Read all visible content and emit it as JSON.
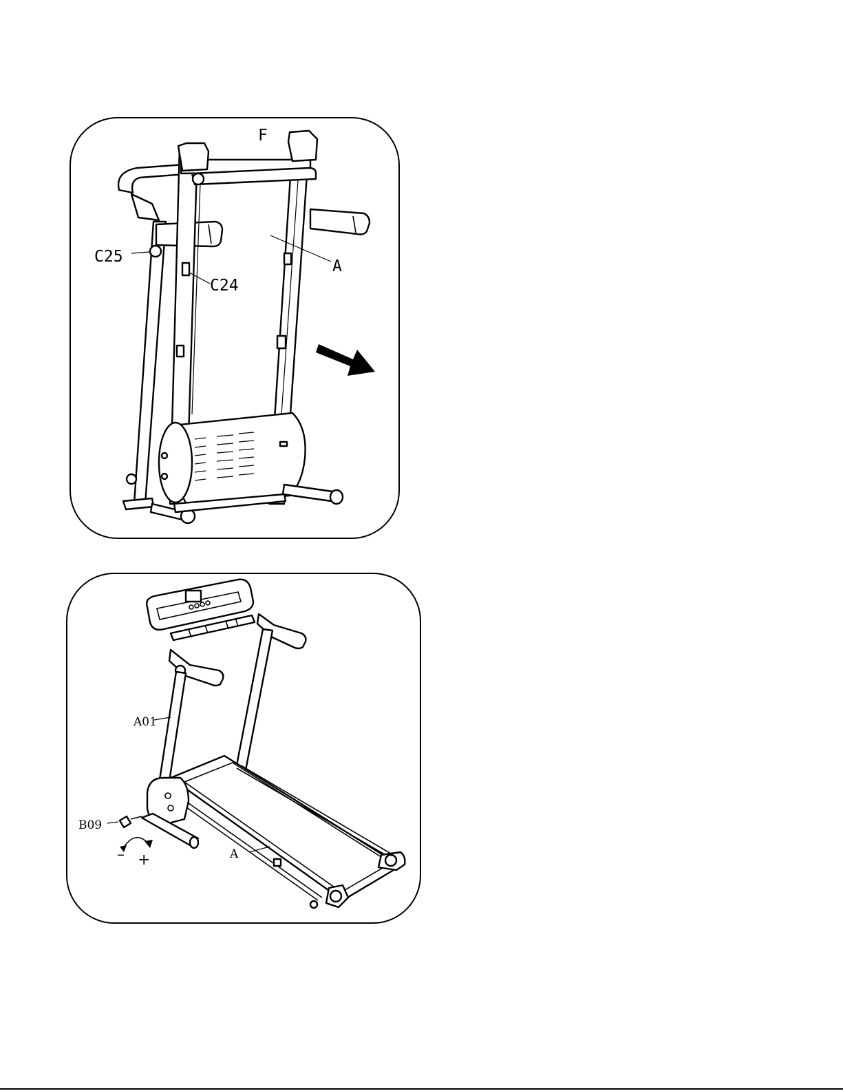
{
  "figure_top": {
    "labels": {
      "frame": "F",
      "deck": "A",
      "knob": "C25",
      "pin": "C24"
    }
  },
  "figure_bottom": {
    "labels": {
      "upright": "A01",
      "deck": "A",
      "bolt": "B09",
      "minus": "–",
      "plus": "+"
    }
  },
  "icons": {
    "direction": "arrow-right-down-icon",
    "rotate": "rotate-arrow-icon"
  }
}
